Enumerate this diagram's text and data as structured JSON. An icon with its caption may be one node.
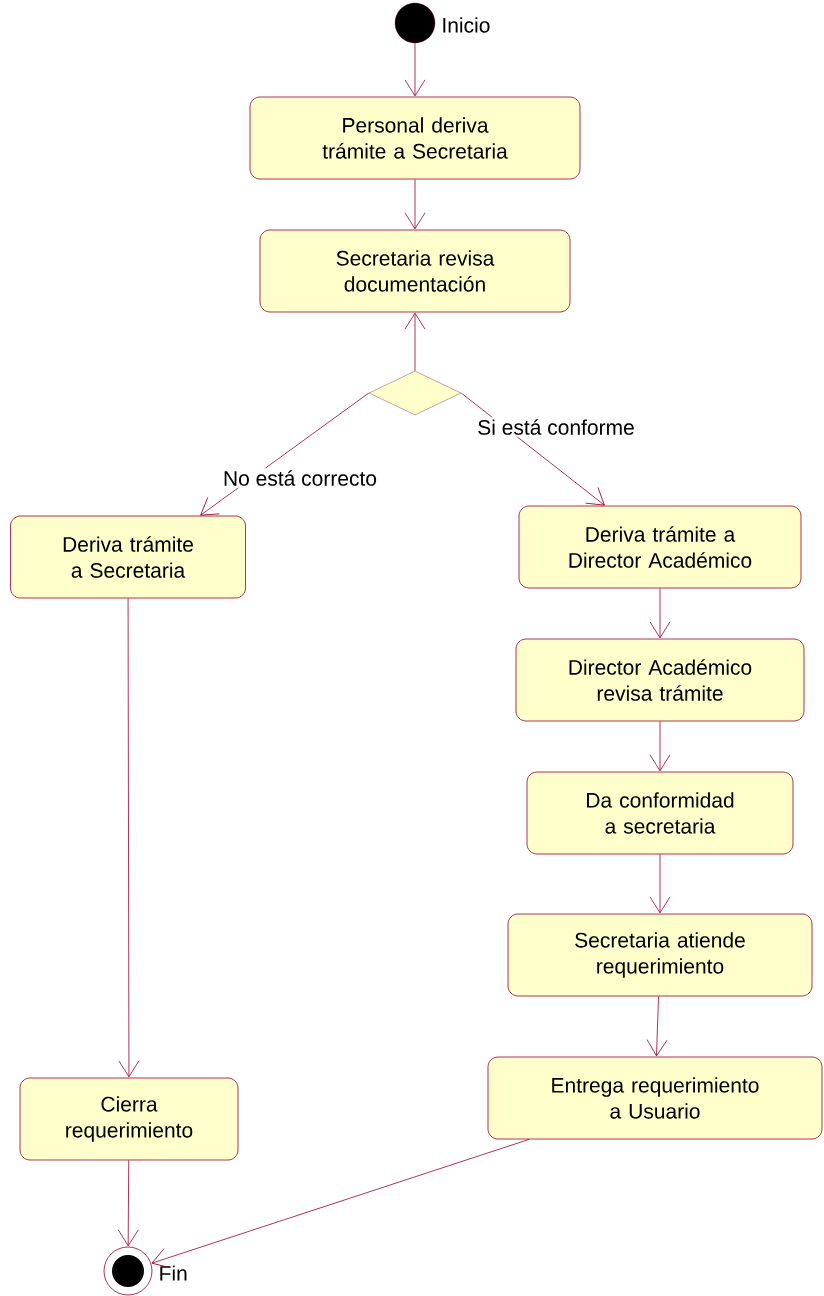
{
  "diagram": {
    "nodes": [
      {
        "text": [],
        "shape": "circle",
        "beside": [
          "Inicio"
        ]
      },
      {
        "text": [
          "Personal deriva trámite a Secretaria"
        ]
      },
      {
        "text": [
          "Secretaria revisa documentación"
        ]
      },
      {
        "text": [],
        "shape": "diamond"
      },
      {
        "text": [
          "Deriva trámite a Secretaria"
        ]
      },
      {
        "text": [
          "Deriva trámite a Director Académico"
        ]
      },
      {
        "text": [
          "Director Académico revisa trámite"
        ]
      },
      {
        "text": [
          "Da conformidad a secretaria"
        ]
      },
      {
        "text": [
          "Secretaria atiende requerimiento"
        ]
      },
      {
        "text": [
          "Entrega requerimiento a Usuario"
        ]
      },
      {
        "text": [
          "Cierra requerimiento"
        ]
      },
      {
        "text": [],
        "shape": "bullseye",
        "beside": [
          "Fin"
        ]
      }
    ],
    "edges": [
      {
        "from": 0,
        "to": 1,
        "arrow": "to"
      },
      {
        "from": 1,
        "to": 2,
        "arrow": "to"
      },
      {
        "from": 3,
        "to": 2,
        "arrow": "to"
      },
      {
        "from": 3,
        "to": 4,
        "arrow": "to",
        "label": "No está correcto"
      },
      {
        "from": 3,
        "to": 5,
        "arrow": "to",
        "label": "Si está conforme"
      },
      {
        "from": 5,
        "to": 6,
        "arrow": "to"
      },
      {
        "from": 6,
        "to": 7,
        "arrow": "to"
      },
      {
        "from": 7,
        "to": 8,
        "arrow": "to"
      },
      {
        "from": 8,
        "to": 9,
        "arrow": "to"
      },
      {
        "from": 4,
        "to": 10,
        "arrow": "to"
      },
      {
        "from": 10,
        "to": 11,
        "arrow": "to"
      },
      {
        "from": 9,
        "to": 11,
        "arrow": "to"
      }
    ]
  }
}
